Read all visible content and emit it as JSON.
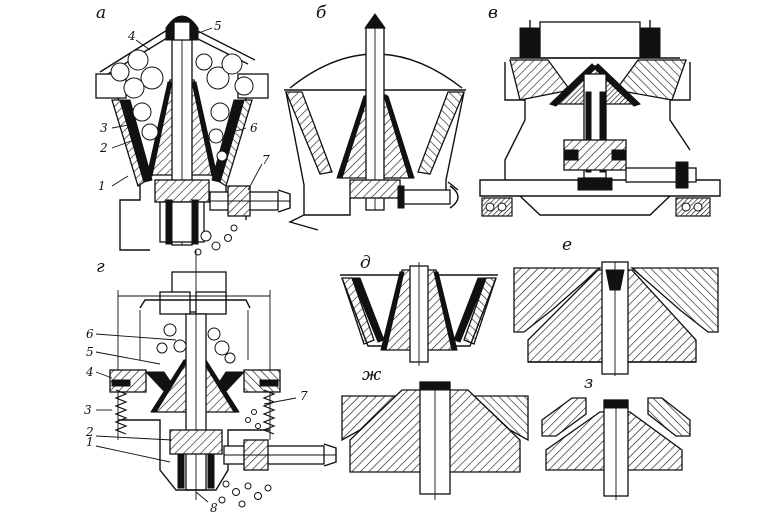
{
  "panels": [
    {
      "id": "a",
      "letter": "а",
      "leaders": [
        "1",
        "2",
        "3",
        "4",
        "5",
        "6",
        "7"
      ]
    },
    {
      "id": "b",
      "letter": "б"
    },
    {
      "id": "v",
      "letter": "в"
    },
    {
      "id": "g",
      "letter": "г",
      "leaders": [
        "1",
        "2",
        "3",
        "4",
        "5",
        "6",
        "7",
        "8"
      ]
    },
    {
      "id": "d",
      "letter": "д"
    },
    {
      "id": "e",
      "letter": "е"
    },
    {
      "id": "zh",
      "letter": "ж"
    },
    {
      "id": "z",
      "letter": "з"
    }
  ]
}
